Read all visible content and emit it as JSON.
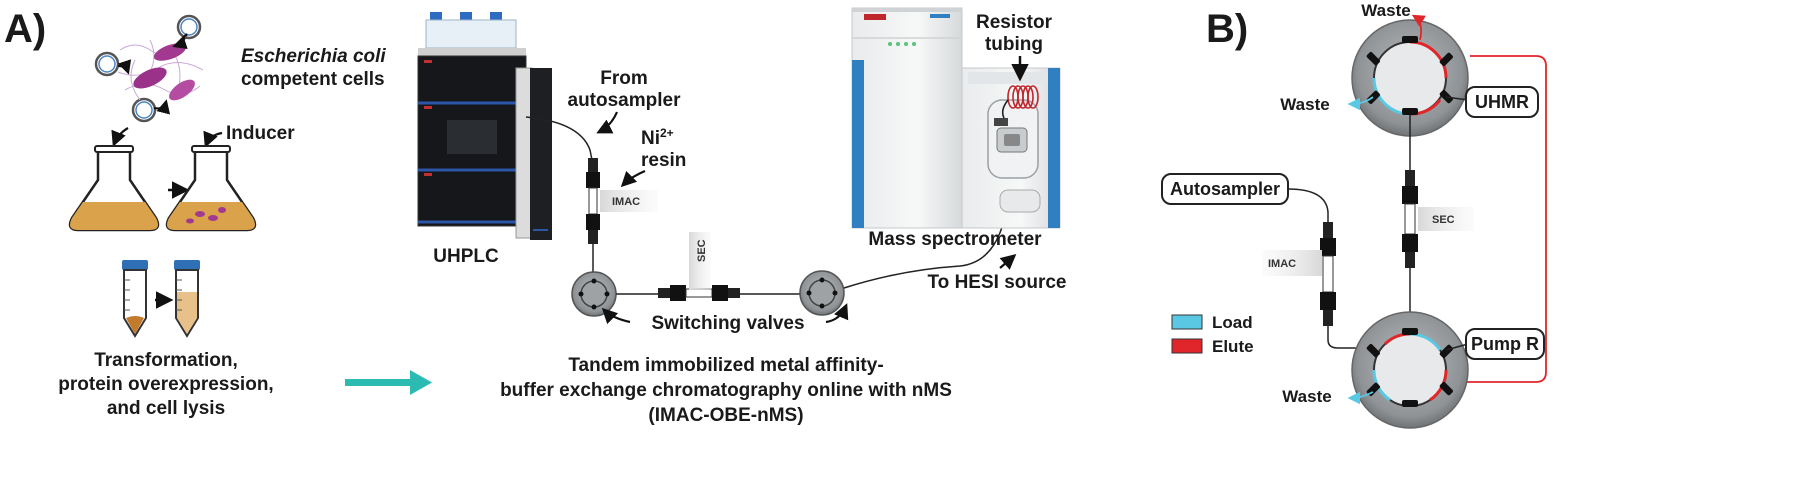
{
  "panelA": {
    "label": "A)",
    "ecoli_italic": "Escherichia coli",
    "ecoli_rest": "competent cells",
    "inducer": "Inducer",
    "workflow_line1": "Transformation,",
    "workflow_line2": "protein overexpression,",
    "workflow_line3": "and cell lysis",
    "uhplc": "UHPLC",
    "from_line1": "From",
    "from_line2": "autosampler",
    "ni_line1": "Ni",
    "ni_sup": "2+",
    "ni_line2": "resin",
    "imac_tag": "IMAC",
    "sec_tag": "SEC",
    "switching": "Switching valves",
    "resistor_line1": "Resistor",
    "resistor_line2": "tubing",
    "mass_spec": "Mass spectrometer",
    "hesi": "To HESI source",
    "title_line1": "Tandem immobilized metal affinity-",
    "title_line2": "buffer exchange chromatography online with nMS",
    "title_line3": "(IMAC-OBE-nMS)"
  },
  "panelB": {
    "label": "B)",
    "waste_top": "Waste",
    "waste_mid": "Waste",
    "waste_bottom": "Waste",
    "uhmr": "UHMR",
    "autosampler": "Autosampler",
    "sec_tag": "SEC",
    "imac_tag": "IMAC",
    "pump": "Pump R",
    "legend_load": "Load",
    "legend_elute": "Elute"
  },
  "colors": {
    "load": "#5bc8e3",
    "elute": "#e0262b",
    "teal_arrow": "#2bbbb3",
    "flask_media": "#d9a24b",
    "ms_blue": "#2f7fc1",
    "valve_grey": "#8f9396"
  }
}
